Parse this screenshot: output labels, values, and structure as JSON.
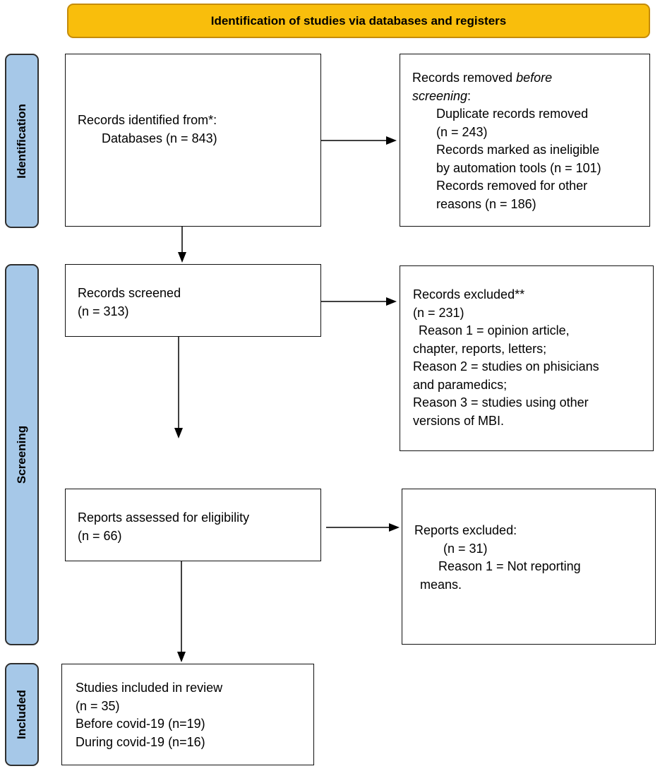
{
  "header": {
    "title": "Identification of studies via databases and registers"
  },
  "phases": {
    "identification": "Identification",
    "screening": "Screening",
    "included": "Included"
  },
  "identified": {
    "line1": "Records identified from*:",
    "line2": "Databases (n = 843)"
  },
  "removed": {
    "line1a": "Records removed ",
    "line1b": "before",
    "line2a": "screening",
    "line2b": ":",
    "line3": "Duplicate records removed",
    "line4": "(n = 243)",
    "line5": "Records marked as ineligible",
    "line6": "by automation tools (n = 101)",
    "line7": "Records removed for other",
    "line8": "reasons (n = 186)"
  },
  "screened": {
    "line1": "Records screened",
    "line2": "(n = 313)"
  },
  "excluded": {
    "line1": "Records excluded**",
    "line2": "(n = 231)",
    "line3": "Reason 1 = opinion article,",
    "line4": "chapter, reports, letters;",
    "line5": "Reason 2 = studies on phisicians",
    "line6": "and paramedics;",
    "line7": "Reason 3 = studies using other",
    "line8": "versions of MBI."
  },
  "assessed": {
    "line1": "Reports assessed for eligibility",
    "line2": "(n = 66)"
  },
  "reports_excluded": {
    "line1": "Reports excluded:",
    "line2": "(n = 31)",
    "line3": "Reason 1 = Not reporting",
    "line4": "means."
  },
  "included": {
    "line1": "Studies included in review",
    "line2": "(n = 35)",
    "line3": "Before covid-19 (n=19)",
    "line4": "During covid-19 (n=16)"
  }
}
